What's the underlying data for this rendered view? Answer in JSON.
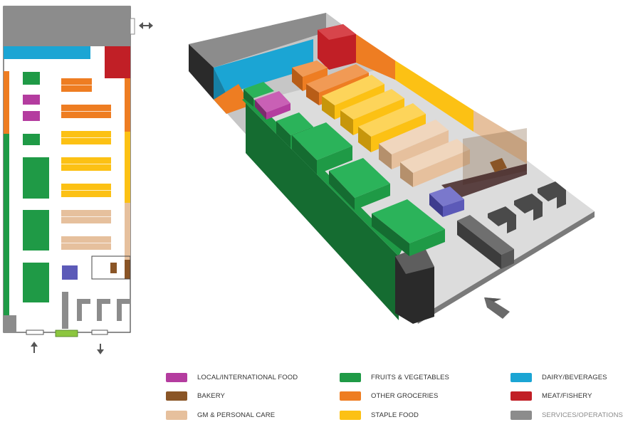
{
  "colors": {
    "local_international": "#b43c9f",
    "bakery": "#8a5526",
    "gm_personal": "#e6c09d",
    "fruits_veg": "#1f9a46",
    "other_groceries": "#ee7d22",
    "staple": "#fcc114",
    "dairy": "#1ba5d4",
    "meat": "#c11f26",
    "services": "#8c8c8c",
    "blue_counter": "#5c5ab8",
    "lime": "#8cc63f",
    "arrow": "#555555"
  },
  "legend": [
    {
      "label": "LOCAL/INTERNATIONAL FOOD",
      "color_key": "local_international",
      "muted": false
    },
    {
      "label": "BAKERY",
      "color_key": "bakery",
      "muted": false
    },
    {
      "label": "GM & PERSONAL CARE",
      "color_key": "gm_personal",
      "muted": false
    },
    {
      "label": "FRUITS & VEGETABLES",
      "color_key": "fruits_veg",
      "muted": false
    },
    {
      "label": "OTHER GROCERIES",
      "color_key": "other_groceries",
      "muted": false
    },
    {
      "label": "STAPLE FOOD",
      "color_key": "staple",
      "muted": false
    },
    {
      "label": "DAIRY/BEVERAGES",
      "color_key": "dairy",
      "muted": false
    },
    {
      "label": "MEAT/FISHERY",
      "color_key": "meat",
      "muted": false
    },
    {
      "label": "SERVICES/OPERATIONS",
      "color_key": "services",
      "muted": true
    }
  ],
  "icons": {
    "entry_arrow": "arrow-up-icon",
    "exit_arrow": "arrow-down-icon",
    "double_arrow": "double-arrow-horizontal-icon",
    "entrance_arrow_3d": "large-diagonal-arrow-icon"
  }
}
